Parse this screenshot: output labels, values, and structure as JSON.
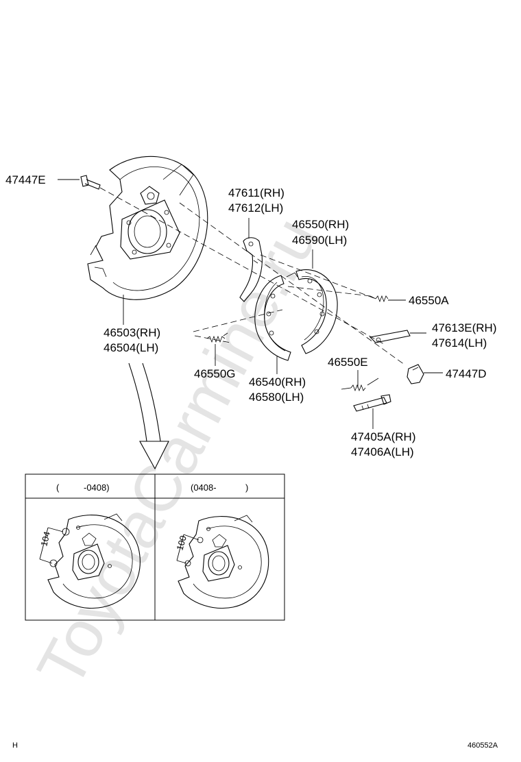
{
  "watermark": "ToyotaCarmine.ru",
  "labels": {
    "p47447E": "47447E",
    "p47611": "47611(RH)",
    "p47612": "47612(LH)",
    "p46550": "46550(RH)",
    "p46590": "46590(LH)",
    "p46550A": "46550A",
    "p47613E": "47613E(RH)",
    "p47614": "47614(LH)",
    "p46503": "46503(RH)",
    "p46504": "46504(LH)",
    "p46550G": "46550G",
    "p46540": "46540(RH)",
    "p46580": "46580(LH)",
    "p46550E": "46550E",
    "p47447D": "47447D",
    "p47405A": "47405A(RH)",
    "p47406A": "47406A(LH)"
  },
  "detail_box": {
    "left_header_open": "(",
    "left_header_code": "-0408)",
    "right_header_code": "(0408-",
    "right_header_close": ")",
    "left_dimension": "104",
    "right_dimension": "100"
  },
  "footer": {
    "left": "H",
    "right": "460552A"
  }
}
